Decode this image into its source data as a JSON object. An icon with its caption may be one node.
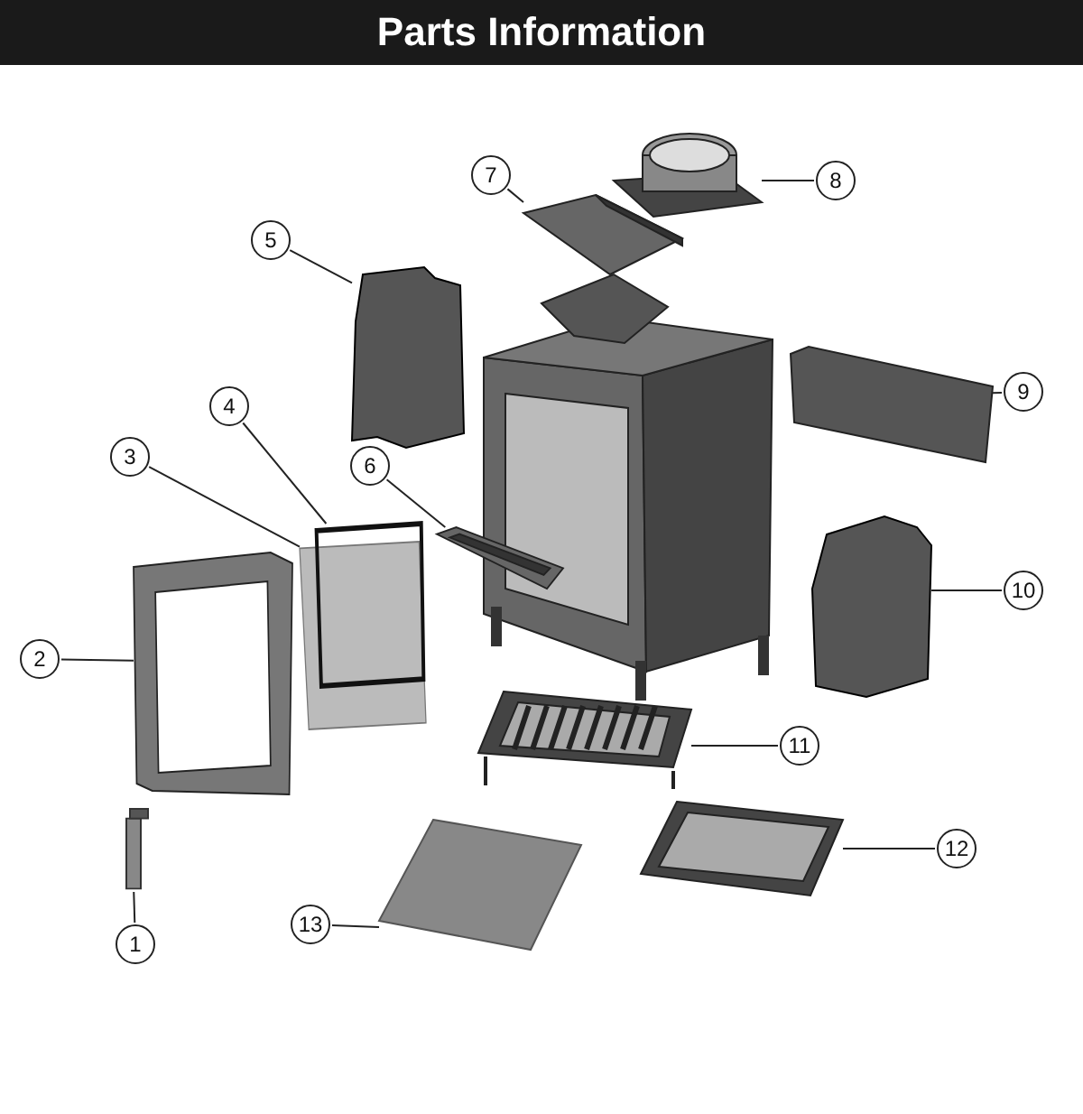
{
  "diagram": {
    "title": "Parts Information",
    "nodes": [
      {
        "text": [
          "1"
        ]
      },
      {
        "text": [
          "2"
        ]
      },
      {
        "text": [
          "3"
        ]
      },
      {
        "text": [
          "4"
        ]
      },
      {
        "text": [
          "5"
        ]
      },
      {
        "text": [
          "6"
        ]
      },
      {
        "text": [
          "7"
        ]
      },
      {
        "text": [
          "8"
        ]
      },
      {
        "text": [
          "9"
        ]
      },
      {
        "text": [
          "10"
        ]
      },
      {
        "text": [
          "11"
        ]
      },
      {
        "text": [
          "12"
        ]
      },
      {
        "text": [
          "13"
        ]
      },
      {
        "text": [],
        "shape": "bar"
      },
      {
        "text": [],
        "shape": "picture"
      },
      {
        "text": [],
        "shape": "picture"
      },
      {
        "text": [],
        "shape": "box"
      },
      {
        "text": [],
        "shape": "box"
      },
      {
        "text": [],
        "shape": "picture"
      },
      {
        "text": [],
        "shape": "picture"
      },
      {
        "text": [],
        "shape": "picture"
      },
      {
        "text": [],
        "shape": "picture"
      },
      {
        "text": [],
        "shape": "box"
      },
      {
        "text": [],
        "shape": "picture"
      },
      {
        "text": [],
        "shape": "picture"
      },
      {
        "text": [],
        "shape": "picture"
      }
    ],
    "edges": [
      {
        "from": 0,
        "to": 13,
        "arrow": "none"
      },
      {
        "from": 1,
        "to": 14,
        "arrow": "none"
      },
      {
        "from": 2,
        "to": 15,
        "arrow": "none"
      },
      {
        "from": 3,
        "to": 16,
        "arrow": "none"
      },
      {
        "from": 4,
        "to": 17,
        "arrow": "none"
      },
      {
        "from": 5,
        "to": 18,
        "arrow": "none"
      },
      {
        "from": 6,
        "to": 19,
        "arrow": "none"
      },
      {
        "from": 7,
        "to": 20,
        "arrow": "none"
      },
      {
        "from": 8,
        "to": 21,
        "arrow": "none"
      },
      {
        "from": 9,
        "to": 22,
        "arrow": "none"
      },
      {
        "from": 10,
        "to": 23,
        "arrow": "none"
      },
      {
        "from": 11,
        "to": 24,
        "arrow": "none"
      },
      {
        "from": 12,
        "to": 25,
        "arrow": "none"
      }
    ]
  }
}
